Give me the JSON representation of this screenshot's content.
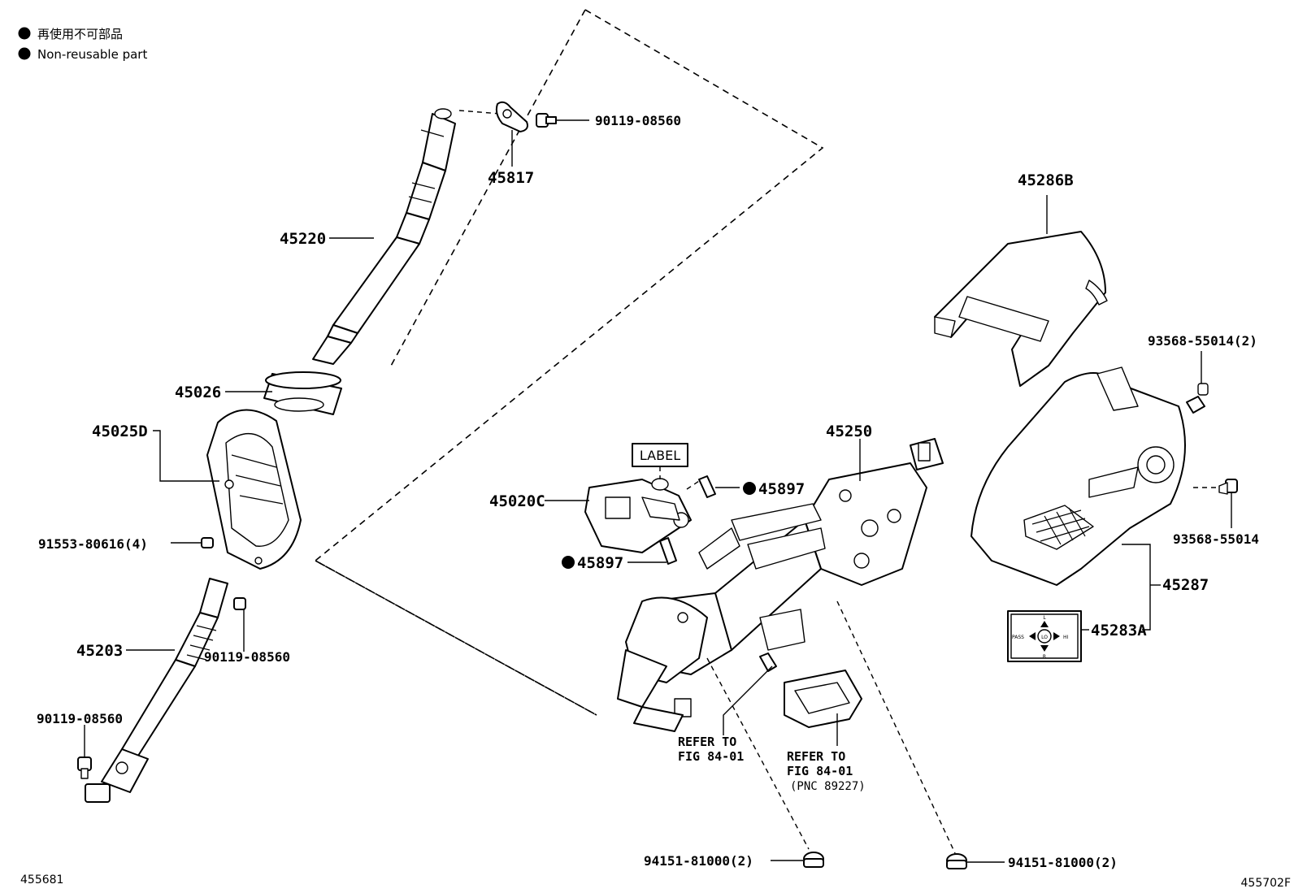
{
  "legend": {
    "jp": "再使用不可部品",
    "en": "Non-reusable part"
  },
  "labels": {
    "p90119_top": "90119-08560",
    "p45817": "45817",
    "p45220": "45220",
    "p45026": "45026",
    "p45025D": "45025D",
    "p91553": "91553-80616(4)",
    "p45203": "45203",
    "p90119_mid": "90119-08560",
    "p90119_low": "90119-08560",
    "label_box": "LABEL",
    "p45020C": "45020C",
    "p45897_a": "45897",
    "p45897_b": "45897",
    "p45250": "45250",
    "p45286B": "45286B",
    "p93568_2": "93568-55014(2)",
    "p93568": "93568-55014",
    "p45287": "45287",
    "p45283A": "45283A",
    "refer1_l1": "REFER TO",
    "refer1_l2": "FIG 84-01",
    "refer2_l1": "REFER TO",
    "refer2_l2": "FIG 84-01",
    "refer2_l3": "(PNC 89227)",
    "p94151_a": "94151-81000(2)",
    "p94151_b": "94151-81000(2)"
  },
  "switch_label": {
    "pass": "PASS",
    "lo": "LO",
    "hi": "HI",
    "l": "L",
    "r": "R"
  },
  "corner": {
    "left": "455681",
    "right": "455702F"
  }
}
